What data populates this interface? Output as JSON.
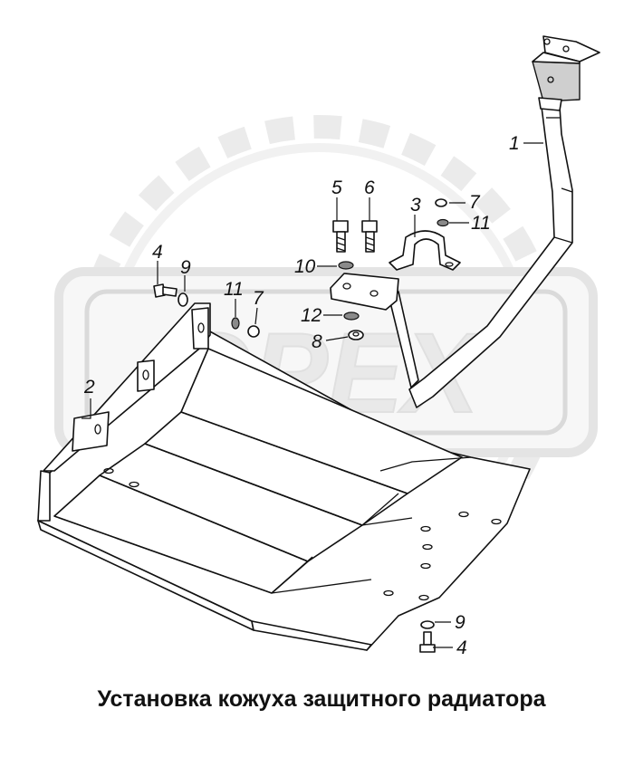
{
  "caption": "Установка кожуха защитного радиатора",
  "watermark": {
    "text": "OPEX",
    "color": "#dcdcdc"
  },
  "callouts": {
    "c1": "1",
    "c2": "2",
    "c3": "3",
    "c4_top": "4",
    "c4_bottom": "4",
    "c5": "5",
    "c6": "6",
    "c7_top": "7",
    "c7_left": "7",
    "c8": "8",
    "c9_top": "9",
    "c9_bottom": "9",
    "c10": "10",
    "c11_top": "11",
    "c11_left": "11",
    "c12": "12"
  }
}
